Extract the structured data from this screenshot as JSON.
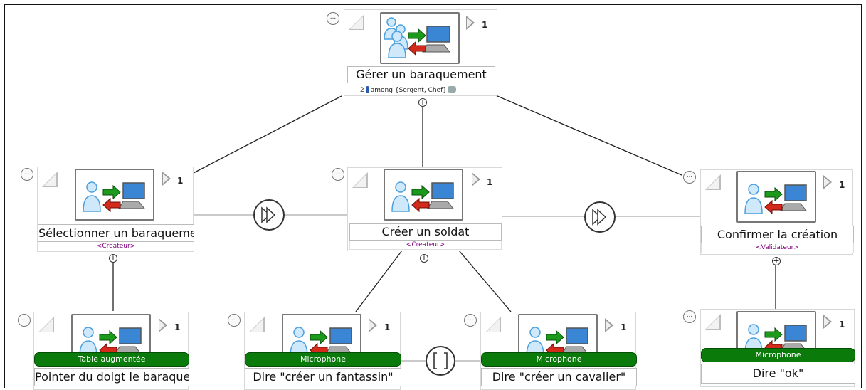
{
  "root": {
    "name": "Gérer un baraquement",
    "count": "1",
    "among": {
      "n": "2",
      "word": "among",
      "roles": "{Sergent, Chef}"
    }
  },
  "level1": [
    {
      "name": "Sélectionner un baraquement",
      "count": "1",
      "role": "<Createur>"
    },
    {
      "name": "Créer un soldat",
      "count": "1",
      "role": "<Createur>"
    },
    {
      "name": "Confirmer la création",
      "count": "1",
      "role": "<Validateur>"
    }
  ],
  "level2": [
    {
      "name": "Pointer du doigt le baraquement",
      "count": "1",
      "device": "Table augmentée"
    },
    {
      "name": "Dire \"créer un fantassin\"",
      "count": "1",
      "device": "Microphone"
    },
    {
      "name": "Dire \"créer un cavalier\"",
      "count": "1",
      "device": "Microphone"
    },
    {
      "name": "Dire \"ok\"",
      "count": "1",
      "device": "Microphone"
    }
  ],
  "symbols": {
    "dots": "...",
    "plus": "+"
  },
  "colors": {
    "device": "#0a7a0a",
    "role": "#800080"
  }
}
